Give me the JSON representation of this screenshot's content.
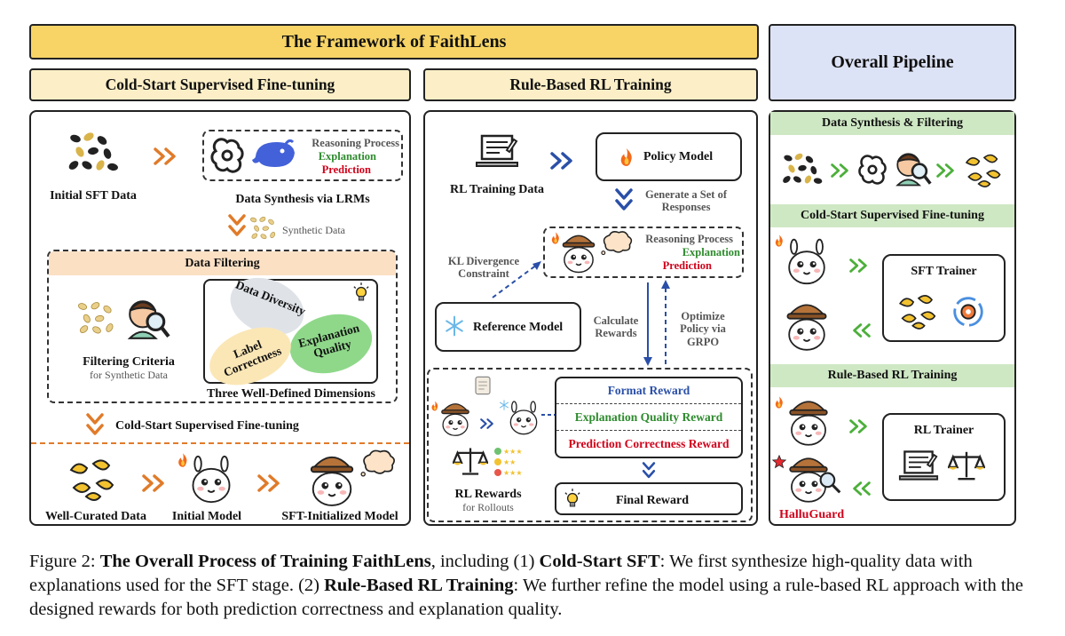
{
  "framework_title": "The Framework of FaithLens",
  "pipeline_title": "Overall Pipeline",
  "left": {
    "header": "Cold-Start Supervised Fine-tuning",
    "initial_sft_data": "Initial SFT Data",
    "data_synthesis": "Data Synthesis via LRMs",
    "reasoning_process": "Reasoning Process",
    "explanation": "Explanation",
    "prediction": "Prediction",
    "synthetic_data": "Synthetic Data",
    "data_filtering": "Data Filtering",
    "filtering_criteria": "Filtering Criteria",
    "for_synthetic_data": "for Synthetic Data",
    "data_diversity": "Data Diversity",
    "explanation_quality": "Explanation Quality",
    "label_correctness": "Label Correctness",
    "three_dimensions": "Three Well-Defined Dimensions",
    "cold_start_sft": "Cold-Start Supervised Fine-tuning",
    "well_curated": "Well-Curated Data",
    "initial_model": "Initial Model",
    "sft_initialized": "SFT-Initialized Model"
  },
  "middle": {
    "header": "Rule-Based RL Training",
    "rl_training_data": "RL Training Data",
    "policy_model": "Policy Model",
    "generate_responses": "Generate a Set of Responses",
    "reasoning_process": "Reasoning Process",
    "explanation": "Explanation",
    "prediction": "Prediction",
    "kl_divergence": "KL Divergence Constraint",
    "reference_model": "Reference Model",
    "calculate_rewards": "Calculate Rewards",
    "optimize_policy": "Optimize Policy via GRPO",
    "format_reward": "Format Reward",
    "explanation_quality_reward": "Explanation Quality Reward",
    "prediction_correctness_reward": "Prediction Correctness Reward",
    "final_reward": "Final Reward",
    "rl_rewards": "RL Rewards",
    "for_rollouts": "for Rollouts"
  },
  "right": {
    "data_synthesis_filtering": "Data Synthesis & Filtering",
    "cold_start_sft": "Cold-Start Supervised Fine-tuning",
    "sft_trainer": "SFT Trainer",
    "rule_based_rl": "Rule-Based RL Training",
    "rl_trainer": "RL Trainer",
    "halluguard": "HalluGuard"
  },
  "caption": {
    "prefix": "Figure 2: ",
    "bold1": "The Overall Process of Training FaithLens",
    "text1": ", including (1) ",
    "bold2": "Cold-Start SFT",
    "text2": ": We first synthesize high-quality data with explanations used for the SFT stage. (2) ",
    "bold3": "Rule-Based RL Training",
    "text3": ": We further refine the model using a rule-based RL approach with the designed rewards for both prediction correctness and explanation quality."
  },
  "colors": {
    "title_yellow": "#f7d465",
    "cream": "#fcefc7",
    "pipeline_blue": "#dde3f6",
    "green_bar": "#cfe8c4",
    "orange_arrow": "#e07b2a",
    "blue_arrow": "#2a4fa8",
    "green_arrow": "#4caf3a",
    "red_text": "#d0021b",
    "green_text": "#2e8b2e"
  }
}
